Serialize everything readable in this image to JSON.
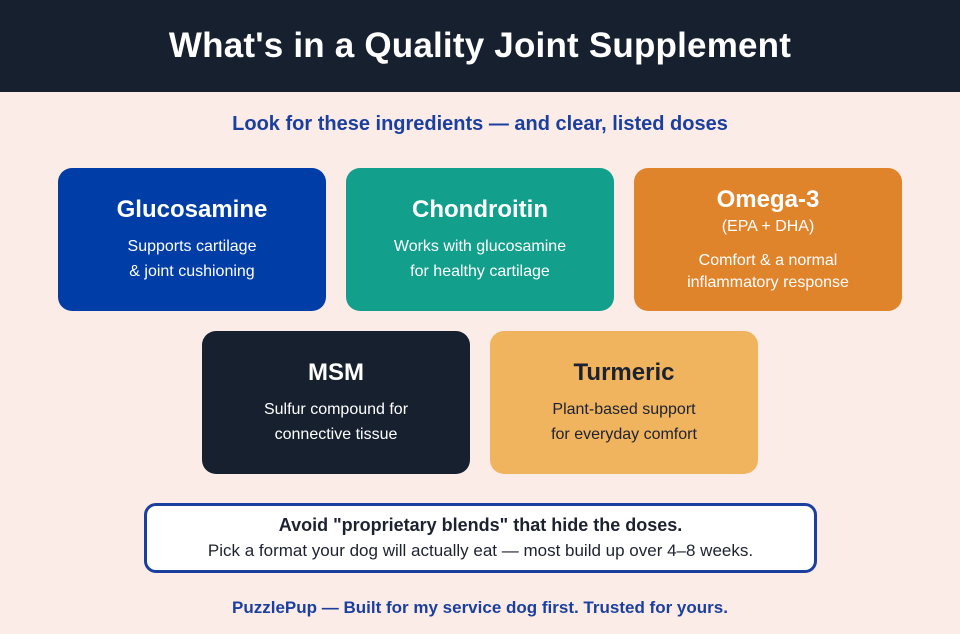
{
  "header": {
    "title": "What's in a Quality Joint Supplement"
  },
  "subtitle": "Look for these ingredients — and clear, listed doses",
  "cards": [
    {
      "title": "Glucosamine",
      "description": "Supports cartilage\n& joint cushioning",
      "color": "#003da6"
    },
    {
      "title": "Chondroitin",
      "description": "Works with glucosamine\nfor healthy cartilage",
      "color": "#12a08c"
    },
    {
      "title": "Omega-3",
      "subtitle": "(EPA + DHA)",
      "description": "Comfort & a normal\ninflammatory response",
      "color": "#e0842c"
    },
    {
      "title": "MSM",
      "description": "Sulfur compound for\nconnective tissue",
      "color": "#17202e"
    },
    {
      "title": "Turmeric",
      "description": "Plant-based support\nfor everyday comfort",
      "color": "#f0b35e"
    }
  ],
  "note": {
    "warning": "Avoid \"proprietary blends\" that hide the doses.",
    "advice": "Pick a format your dog will actually eat — most build up over 4–8 weeks."
  },
  "footer": "PuzzlePup — Built for my service dog first. Trusted for yours.",
  "colors": {
    "header_bg": "#17202e",
    "page_bg": "#fbece8",
    "accent_blue": "#1b3f9e"
  }
}
